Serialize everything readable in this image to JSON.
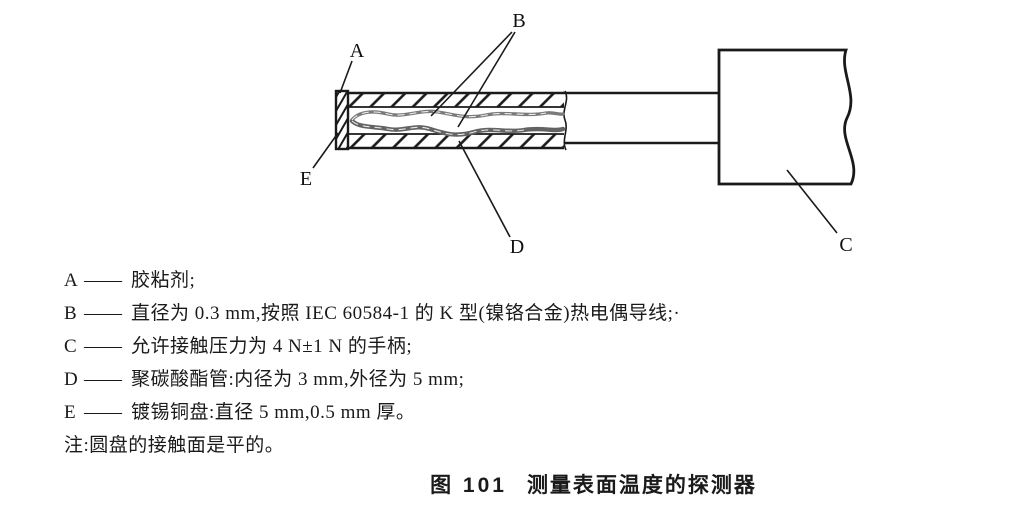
{
  "diagram": {
    "labels": {
      "a": "A",
      "b": "B",
      "c": "C",
      "d": "D",
      "e": "E"
    }
  },
  "legend": {
    "items": [
      {
        "label": "A",
        "separator": "——",
        "text": "胶粘剂;"
      },
      {
        "label": "B",
        "separator": "——",
        "text": "直径为 0.3 mm,按照 IEC 60584-1 的 K 型(镍铬合金)热电偶导线;·"
      },
      {
        "label": "C",
        "separator": "——",
        "text": "允许接触压力为 4 N±1 N 的手柄;"
      },
      {
        "label": "D",
        "separator": "——",
        "text": "聚碳酸酯管:内径为 3 mm,外径为 5 mm;"
      },
      {
        "label": "E",
        "separator": "——",
        "text": "镀锡铜盘:直径 5 mm,0.5 mm 厚。"
      }
    ],
    "note": "注:圆盘的接触面是平的。"
  },
  "caption": {
    "figure_label": "图 101",
    "title": "测量表面温度的探测器"
  },
  "colors": {
    "ink": "#1a1a1a",
    "wire_dark": "#636363",
    "wire_light": "#7a7a7a",
    "background": "#ffffff"
  }
}
